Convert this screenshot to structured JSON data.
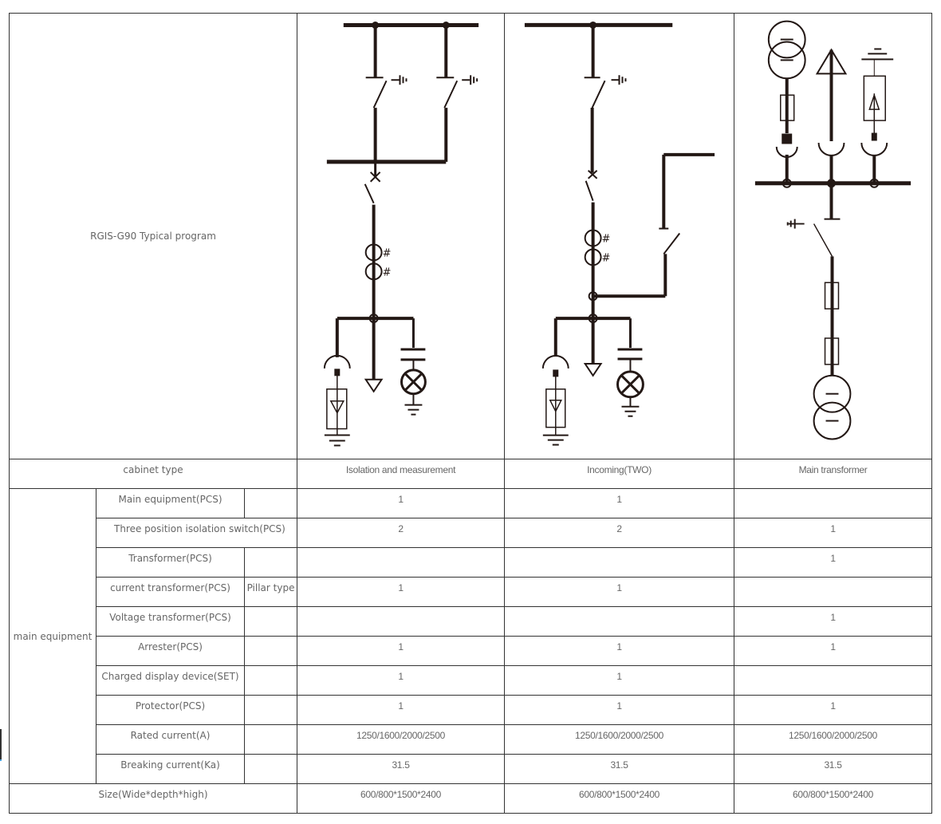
{
  "program_title": "RGIS-G90 Typical program",
  "header": {
    "cabinet_type_label": "cabinet type",
    "columns": [
      "Isolation and measurement",
      "Incoming(TWO)",
      "Main transformer"
    ]
  },
  "diagrams": [
    {
      "name": "isolation-and-measurement-diagram",
      "description": "Single-line diagram: dual busbar with two three-position isolation switches, earthing switch, two current transformers, arrester, outgoing cable and charged display device"
    },
    {
      "name": "incoming-two-diagram",
      "description": "Single-line diagram: busbar, three-position isolation switch, earthing switch, two current transformers, incoming branch, arrester, cable and charged display device"
    },
    {
      "name": "main-transformer-diagram",
      "description": "Single-line diagram: voltage transformer, arrester, cable plug-ins on busbar, three-position switch, fuses and main transformer"
    }
  ],
  "group_label": "main equipment",
  "rows": [
    {
      "label": "Main equipment(PCS)",
      "sub": "",
      "span": false,
      "values": [
        "1",
        "1",
        ""
      ]
    },
    {
      "label": "Three position isolation switch(PCS)",
      "sub": null,
      "span": true,
      "values": [
        "2",
        "2",
        "1"
      ]
    },
    {
      "label": "Transformer(PCS)",
      "sub": "",
      "span": false,
      "values": [
        "",
        "",
        "1"
      ]
    },
    {
      "label": "current transformer(PCS)",
      "sub": "Pillar type",
      "span": false,
      "values": [
        "1",
        "1",
        ""
      ]
    },
    {
      "label": "Voltage transformer(PCS)",
      "sub": "",
      "span": false,
      "values": [
        "",
        "",
        "1"
      ]
    },
    {
      "label": "Arrester(PCS)",
      "sub": "",
      "span": false,
      "values": [
        "1",
        "1",
        "1"
      ]
    },
    {
      "label": "Charged display device(SET)",
      "sub": "",
      "span": false,
      "values": [
        "1",
        "1",
        ""
      ]
    },
    {
      "label": "Protector(PCS)",
      "sub": "",
      "span": false,
      "values": [
        "1",
        "1",
        "1"
      ]
    },
    {
      "label": "Rated current(A)",
      "sub": "",
      "span": false,
      "values": [
        "1250/1600/2000/2500",
        "1250/1600/2000/2500",
        "1250/1600/2000/2500"
      ]
    },
    {
      "label": "Breaking current(Ka)",
      "sub": "",
      "span": false,
      "values": [
        "31.5",
        "31.5",
        "31.5"
      ]
    }
  ],
  "size_row": {
    "label": "Size(Wide*depth*high)",
    "values": [
      "600/800*1500*2400",
      "600/800*1500*2400",
      "600/800*1500*2400"
    ]
  }
}
